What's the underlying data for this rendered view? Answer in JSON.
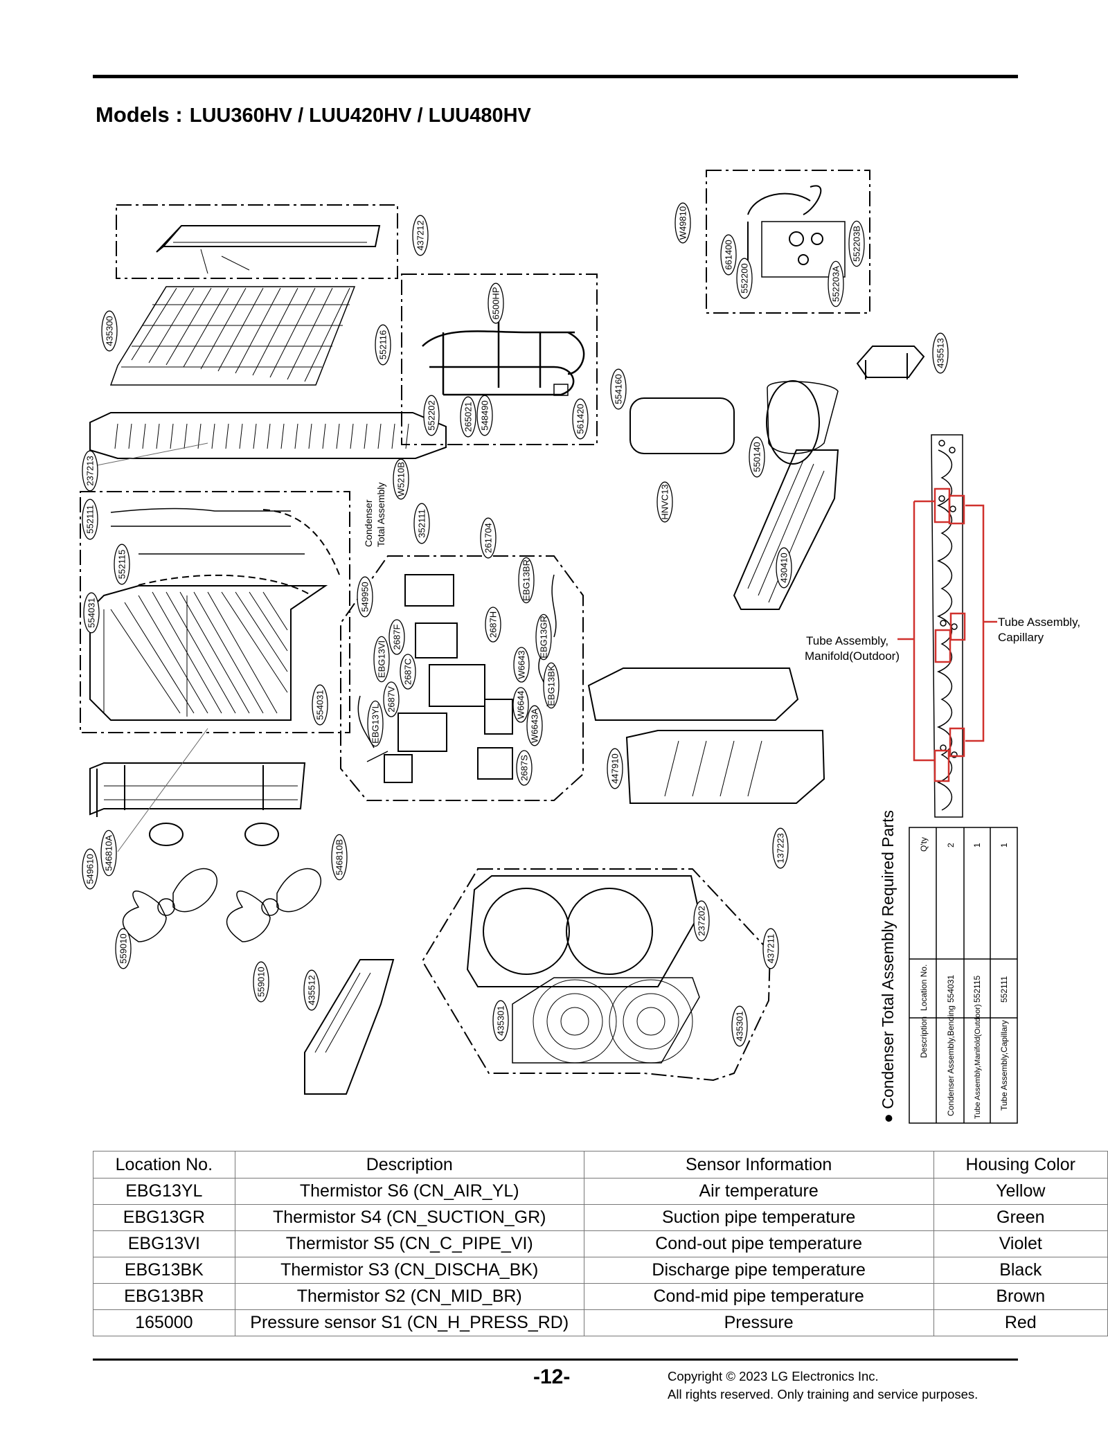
{
  "header": {
    "models_label": "Models :",
    "models_value": "LUU360HV / LUU420HV / LUU480HV"
  },
  "diagram": {
    "part_tags": [
      "437212",
      "435300",
      "552116",
      "6500HP",
      "552202",
      "265021",
      "548490",
      "561420",
      "W49810",
      "661400",
      "552200",
      "552203A",
      "552203B",
      "435513",
      "554160",
      "550140",
      "HNVC13",
      "430410",
      "237213",
      "552111",
      "552115",
      "554031",
      "554031",
      "W5210B",
      "352111",
      "261704",
      "EBG13BR",
      "549950",
      "2687F",
      "EBG13VI",
      "2687C",
      "2687H",
      "EBG13GR",
      "W6643",
      "EBG13BK",
      "W6644",
      "W6643A",
      "2687V",
      "EBG13YL",
      "2687S",
      "447910",
      "137223",
      "549610",
      "546810A",
      "546810B",
      "559010",
      "559010",
      "435512",
      "237202",
      "437211",
      "435301",
      "435301"
    ],
    "condenser_label_1": "Condenser",
    "condenser_label_2": "Total Assembly",
    "callout_manifold_1": "Tube Assembly,",
    "callout_manifold_2": "Manifold(Outdoor)",
    "callout_capillary_1": "Tube Assembly,",
    "callout_capillary_2": "Capillary"
  },
  "condenser_table": {
    "title": "● Condenser Total Assembly Required Parts",
    "headers": [
      "Description",
      "Location No.",
      "Q'ty"
    ],
    "rows": [
      [
        "Condenser Assembly,Bending",
        "554031",
        "2"
      ],
      [
        "Tube Assembly,Manifold(Outdoor)",
        "552115",
        "1"
      ],
      [
        "Tube Assembly,Capillary",
        "552111",
        "1"
      ]
    ]
  },
  "sensor_table": {
    "headers": [
      "Location No.",
      "Description",
      "Sensor Information",
      "Housing Color"
    ],
    "rows": [
      [
        "EBG13YL",
        "Thermistor S6 (CN_AIR_YL)",
        "Air temperature",
        "Yellow"
      ],
      [
        "EBG13GR",
        "Thermistor S4 (CN_SUCTION_GR)",
        "Suction pipe temperature",
        "Green"
      ],
      [
        "EBG13VI",
        "Thermistor S5 (CN_C_PIPE_VI)",
        "Cond-out pipe temperature",
        "Violet"
      ],
      [
        "EBG13BK",
        "Thermistor S3 (CN_DISCHA_BK)",
        "Discharge pipe temperature",
        "Black"
      ],
      [
        "EBG13BR",
        "Thermistor S2 (CN_MID_BR)",
        "Cond-mid pipe temperature",
        "Brown"
      ],
      [
        "165000",
        "Pressure sensor S1 (CN_H_PRESS_RD)",
        "Pressure",
        "Red"
      ]
    ]
  },
  "footer": {
    "page_number": "-12-",
    "copyright_1": "Copyright © 2023 LG Electronics Inc.",
    "copyright_2": "All rights reserved. Only training and service purposes."
  },
  "colors": {
    "callout": "#d0312d",
    "line": "#000000",
    "grid": "#777777"
  }
}
